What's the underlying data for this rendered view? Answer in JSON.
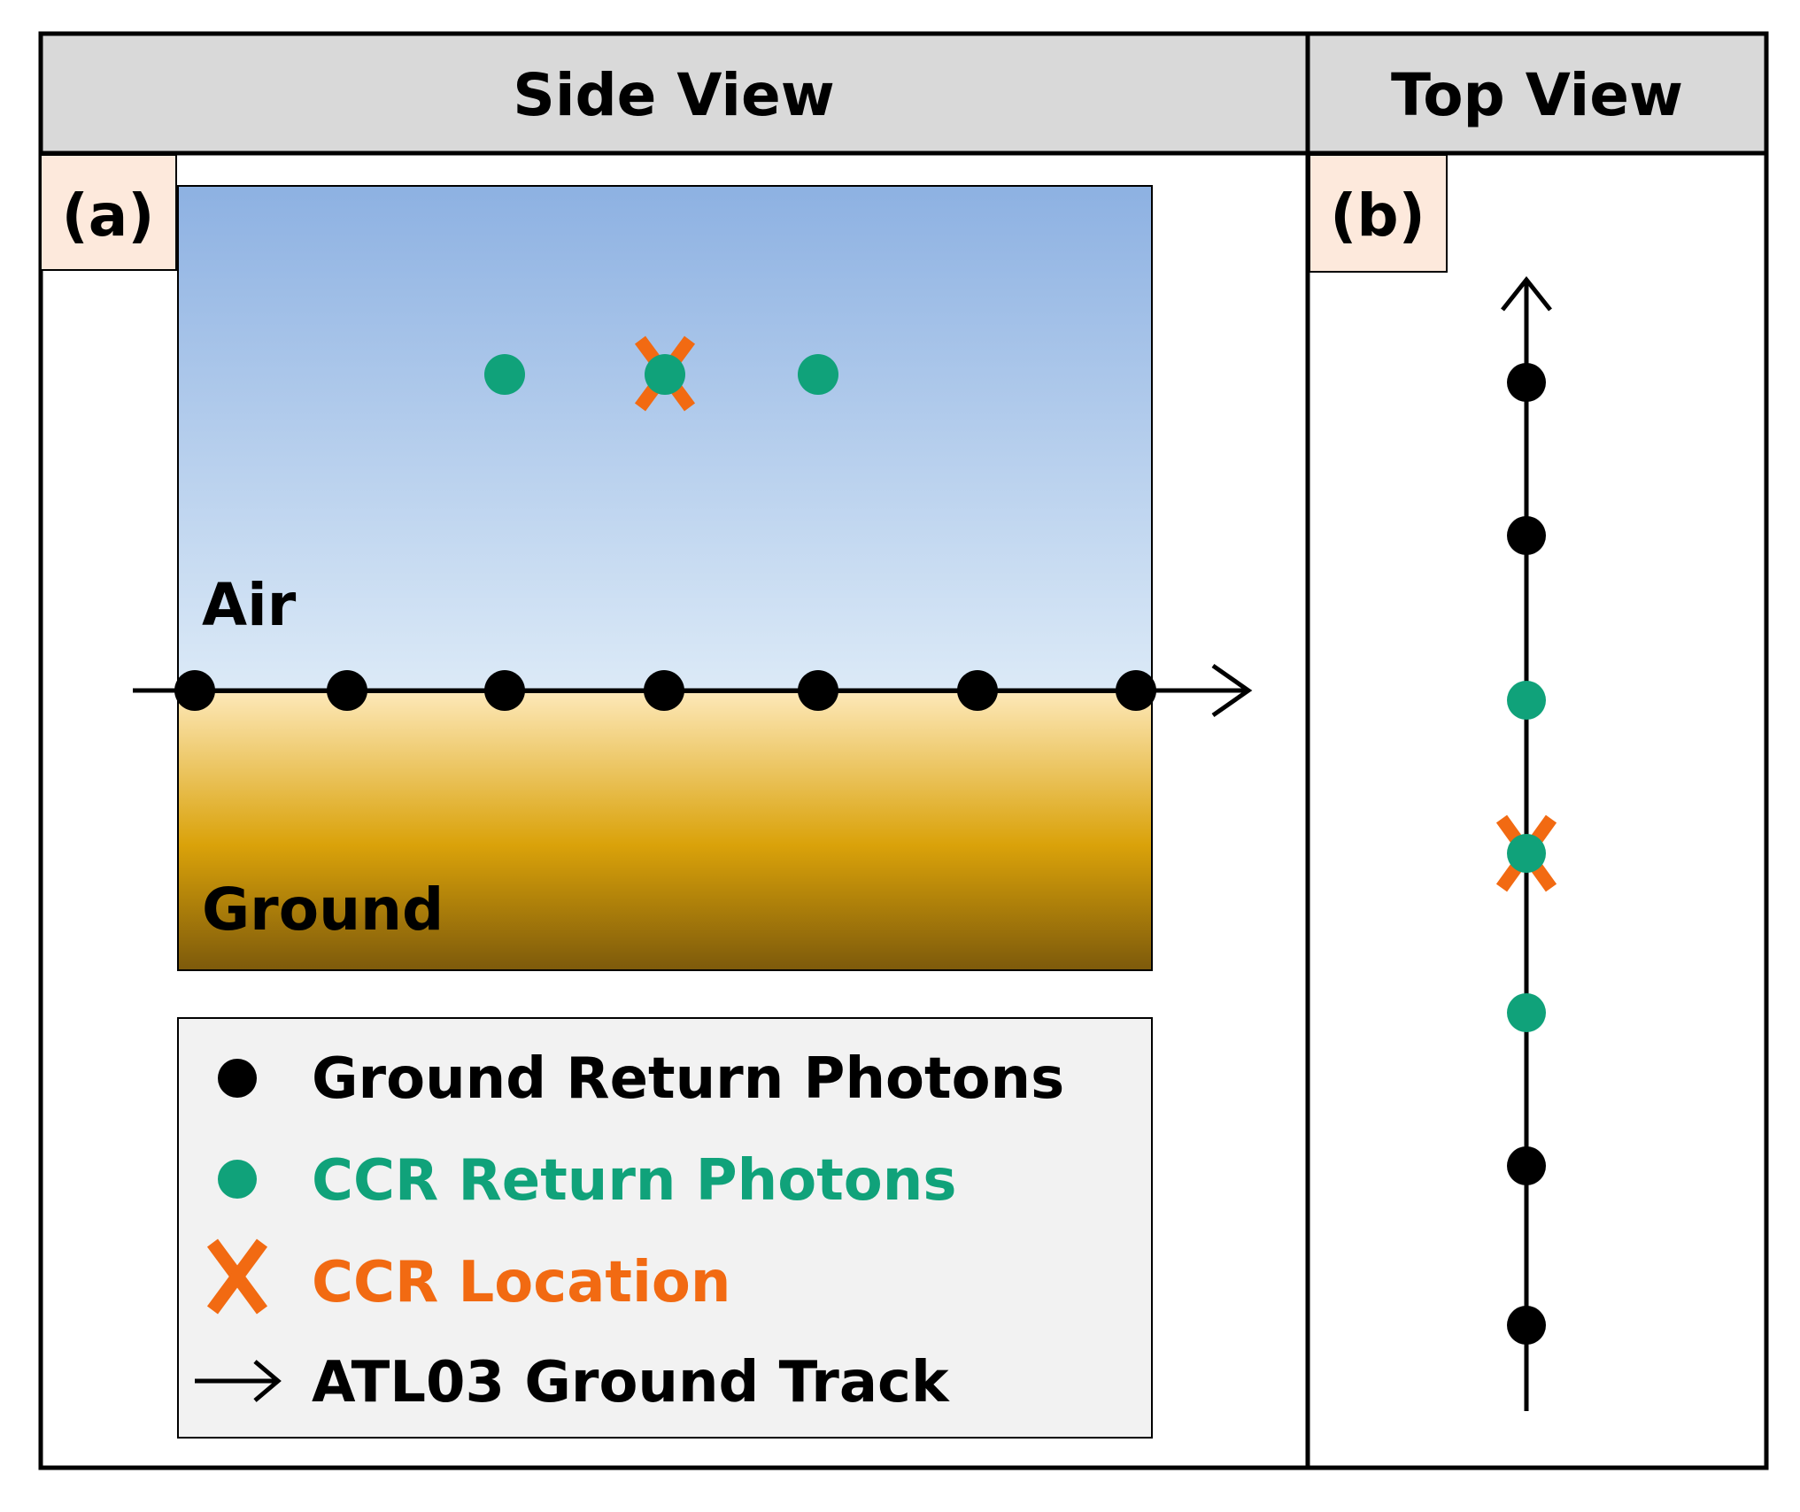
{
  "headers": {
    "side": "Side View",
    "top": "Top View"
  },
  "panels": {
    "a": "(a)",
    "b": "(b)"
  },
  "regions": {
    "air": "Air",
    "ground": "Ground"
  },
  "colors": {
    "black": "#000000",
    "ccr_green": "#10a27a",
    "ccr_orange": "#f26a12",
    "header_bg": "#d9d9d9",
    "label_bg": "#fde9dc",
    "legend_bg": "#f2f2f2",
    "sky_top": "#8db1e2",
    "sky_bottom": "#dceaf7",
    "ground_top": "#fde8b8",
    "ground_mid": "#daa20a",
    "ground_bottom": "#7d5a0b"
  },
  "legend": [
    {
      "symbol": "black-dot",
      "label": "Ground Return Photons",
      "color": "#000000"
    },
    {
      "symbol": "green-dot",
      "label": "CCR Return Photons",
      "color": "#10a27a"
    },
    {
      "symbol": "orange-x",
      "label": "CCR Location",
      "color": "#f26a12"
    },
    {
      "symbol": "arrow",
      "label": "ATL03 Ground Track",
      "color": "#000000"
    }
  ],
  "side_view": {
    "ground_photons": 7,
    "ccr_photons": 3,
    "ccr_location_index": 1
  },
  "top_view": {
    "photon_sequence": [
      "ground",
      "ground",
      "ccr",
      "ccr-location",
      "ccr",
      "ground",
      "ground"
    ]
  }
}
